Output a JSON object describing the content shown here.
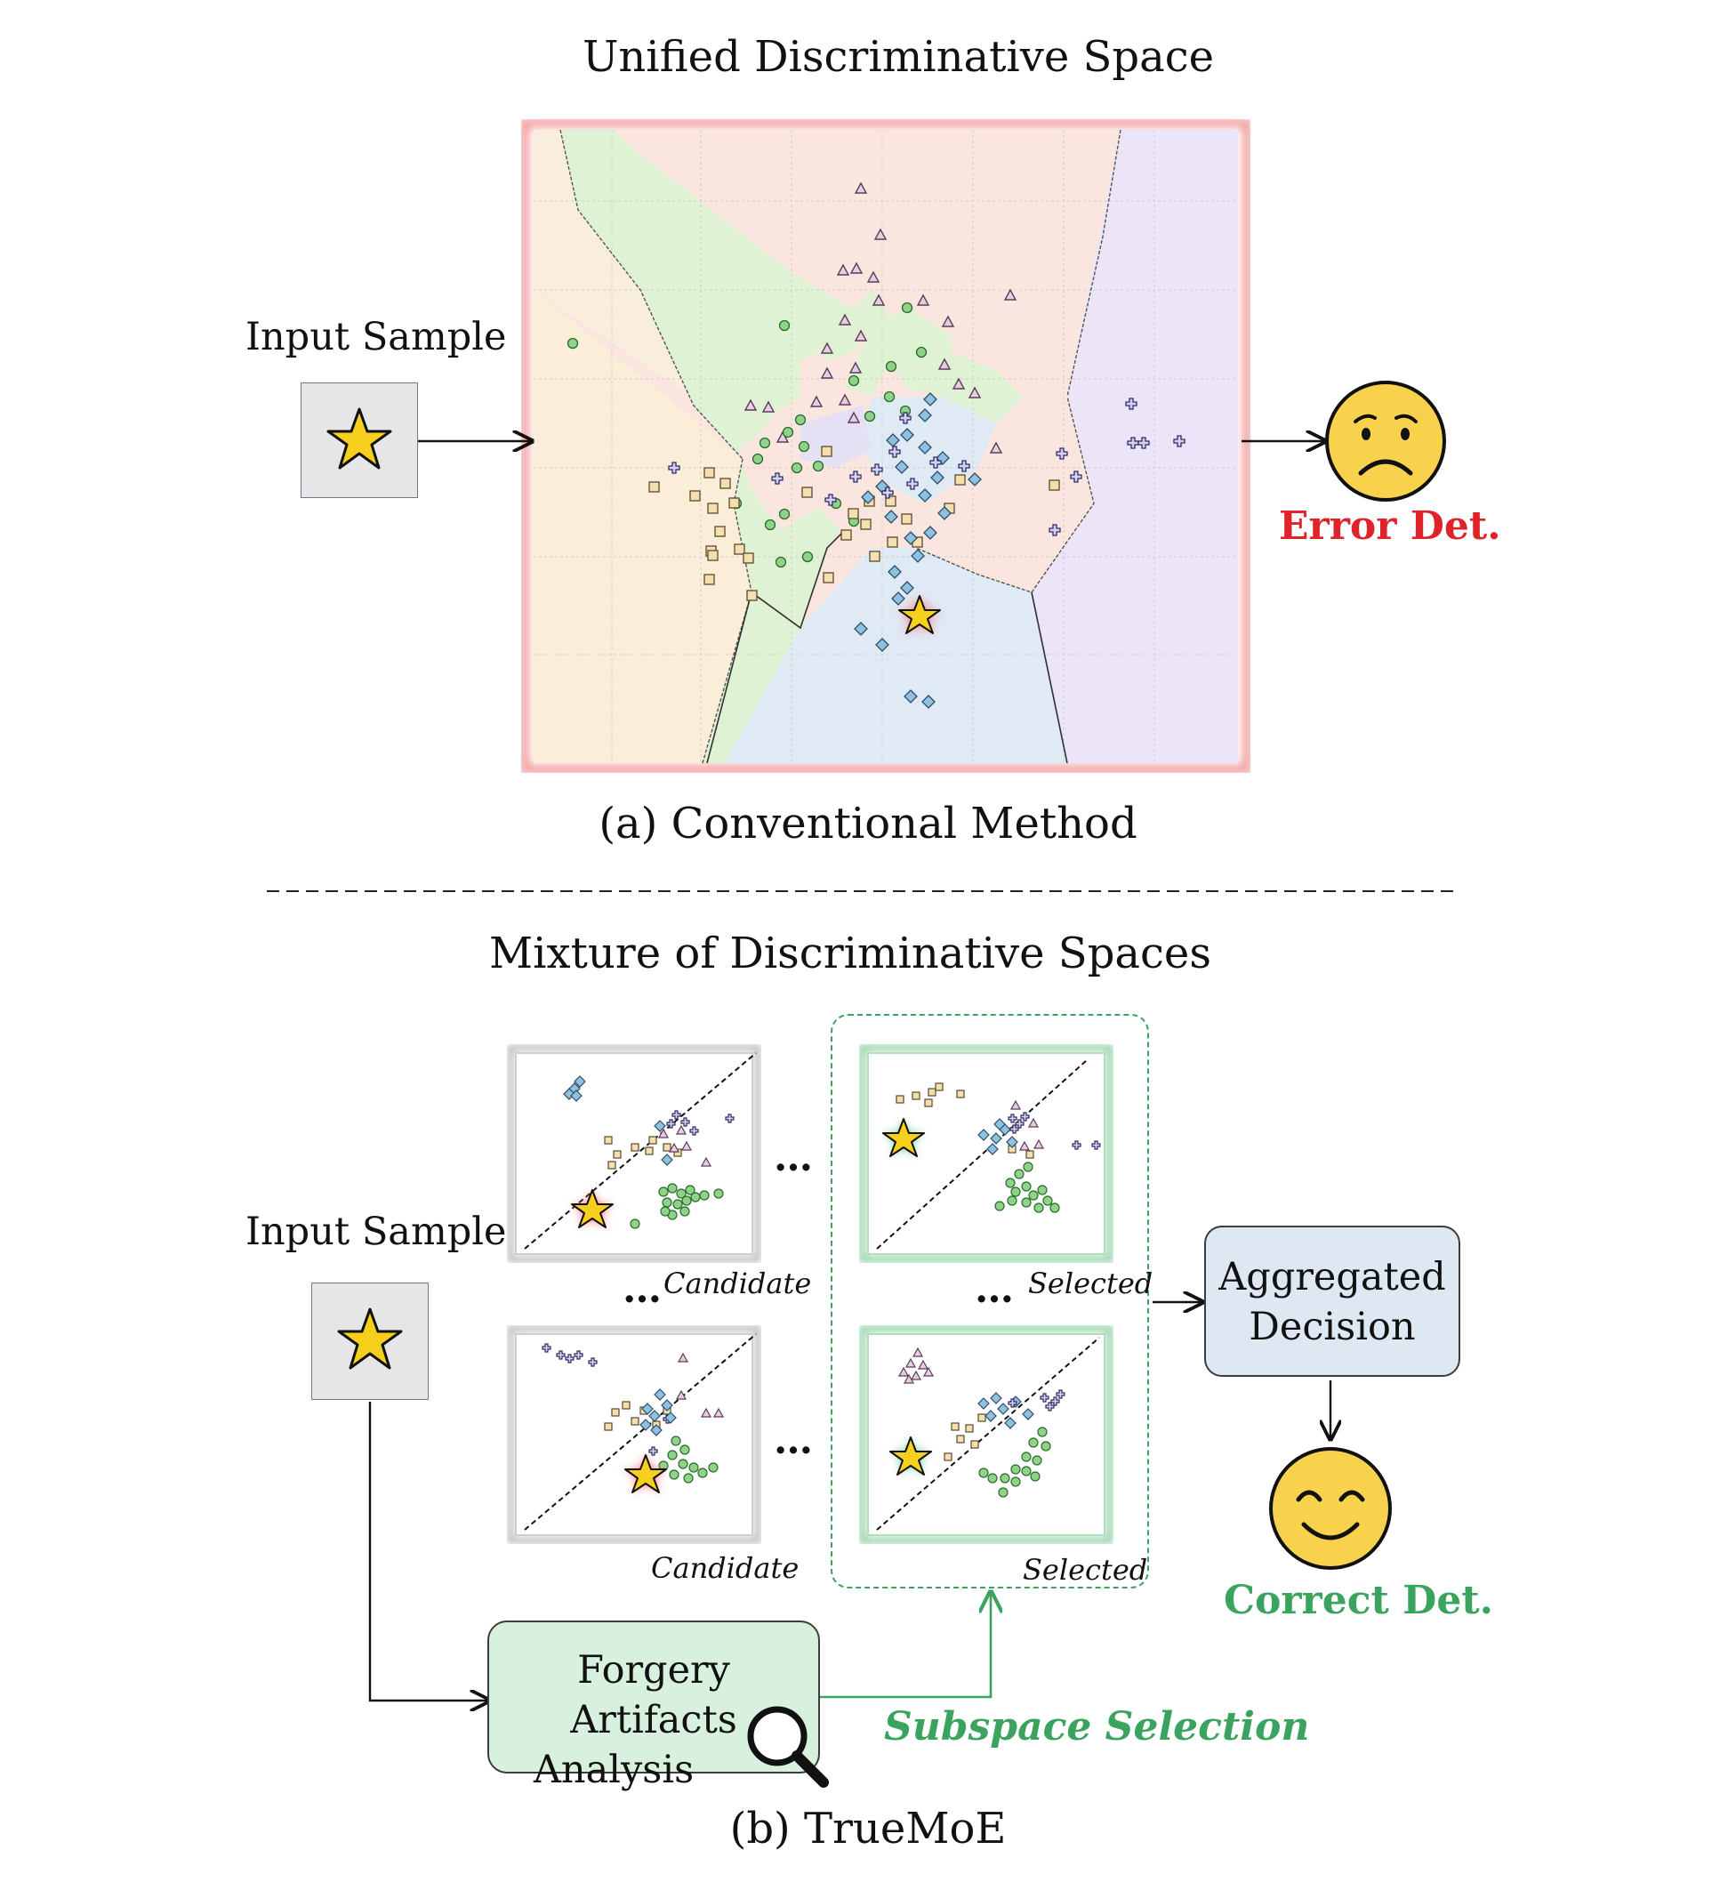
{
  "part_a": {
    "title": "Unified Discriminative Space",
    "input_label": "Input Sample",
    "result_label": "Error Det.",
    "caption": "(a) Conventional Method"
  },
  "part_b": {
    "title": "Mixture of Discriminative Spaces",
    "input_label": "Input Sample",
    "candidate_label": "Candidate",
    "selected_label": "Selected",
    "ellipsis": "…",
    "aggregated_line1": "Aggregated",
    "aggregated_line2": "Decision",
    "forgery_line1": "Forgery Artifacts",
    "forgery_line2": "Analysis",
    "subspace_label": "Subspace Selection",
    "result_label": "Correct Det.",
    "caption": "(b) TrueMoE"
  },
  "colors": {
    "error": "#e0222a",
    "correct": "#3aa35d",
    "star": "#f7cf1d",
    "box_green": "#d8f1de",
    "box_blue": "#dde8f3",
    "face": "#f8d24c"
  },
  "icons": [
    "star-icon",
    "sad-face-icon",
    "smile-face-icon",
    "magnifier-icon",
    "arrow-icon"
  ]
}
